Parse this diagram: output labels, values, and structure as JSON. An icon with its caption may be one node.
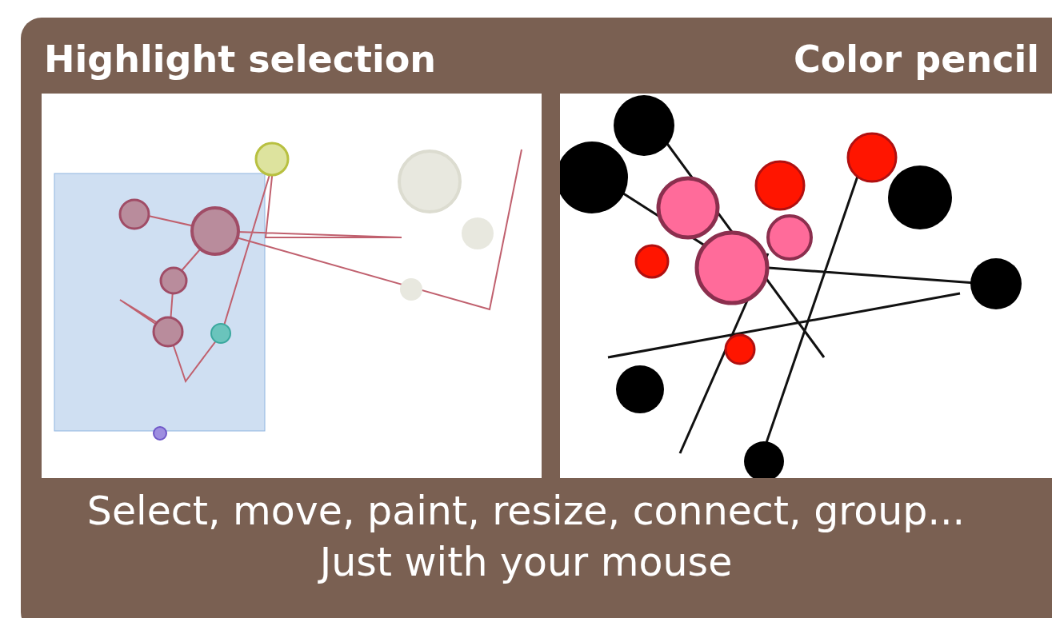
{
  "diagram": {
    "caption": "Select, move, paint, resize, connect, group... Just with your mouse",
    "labels": [
      "Highlight selection",
      "Color pencil"
    ]
  }
}
